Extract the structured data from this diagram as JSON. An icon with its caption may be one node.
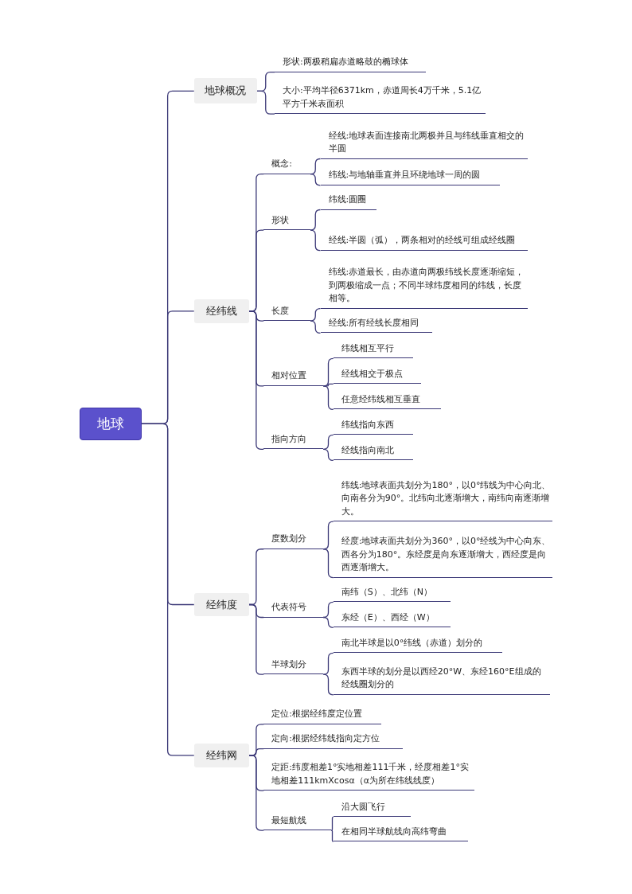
{
  "diagram": {
    "nodes": [
      {
        "text": [
          "地球"
        ]
      },
      {
        "text": [
          "地球概况"
        ]
      },
      {
        "text": [
          "形状:两极稍扁赤道略鼓的椭球体"
        ]
      },
      {
        "text": [
          "大小:平均半径6371km，赤道周长4万千米，5.1亿平方千米表面积"
        ]
      },
      {
        "text": [
          "经纬线"
        ]
      },
      {
        "text": [
          "概念:"
        ]
      },
      {
        "text": [
          "经线:地球表面连接南北两极并且与纬线垂直相交的半圆"
        ]
      },
      {
        "text": [
          "纬线:与地轴垂直并且环绕地球一周的圆"
        ]
      },
      {
        "text": [
          "形状"
        ]
      },
      {
        "text": [
          "纬线:圆圈"
        ]
      },
      {
        "text": [
          "经线:半圆（弧），两条相对的经线可组成经线圈"
        ]
      },
      {
        "text": [
          "长度"
        ]
      },
      {
        "text": [
          "纬线:赤道最长，由赤道向两极纬线长度逐渐缩短，到两极缩成一点；不同半球纬度相同的纬线，长度相等。"
        ]
      },
      {
        "text": [
          "经线:所有经线长度相同"
        ]
      },
      {
        "text": [
          "相对位置"
        ]
      },
      {
        "text": [
          "纬线相互平行"
        ]
      },
      {
        "text": [
          "经线相交于极点"
        ]
      },
      {
        "text": [
          "任意经纬线相互垂直"
        ]
      },
      {
        "text": [
          "指向方向"
        ]
      },
      {
        "text": [
          "纬线指向东西"
        ]
      },
      {
        "text": [
          "经线指向南北"
        ]
      },
      {
        "text": [
          "经纬度"
        ]
      },
      {
        "text": [
          "度数划分"
        ]
      },
      {
        "text": [
          "纬线:地球表面共划分为180°，以0°纬线为中心向北、向南各分为90°。北纬向北逐渐增大，南纬向南逐渐增大。"
        ]
      },
      {
        "text": [
          "经度:地球表面共划分为360°，以0°经线为中心向东、西各分为180°。东经度是向东逐渐增大，西经度是向西逐渐增大。"
        ]
      },
      {
        "text": [
          "代表符号"
        ]
      },
      {
        "text": [
          "南纬（S）、北纬（N）"
        ]
      },
      {
        "text": [
          "东经（E）、西经（W）"
        ]
      },
      {
        "text": [
          "半球划分"
        ]
      },
      {
        "text": [
          "南北半球是以0°纬线（赤道）划分的"
        ]
      },
      {
        "text": [
          "东西半球的划分是以西经20°W、东经160°E组成的经线圈划分的"
        ]
      },
      {
        "text": [
          "经纬网"
        ]
      },
      {
        "text": [
          "定位:根据经纬度定位置"
        ]
      },
      {
        "text": [
          "定向:根据经纬线指向定方位"
        ]
      },
      {
        "text": [
          "定距:纬度相差1°实地相差111千米，经度相差1°实地相差111kmXcosα（α为所在纬线线度）"
        ]
      },
      {
        "text": [
          "最短航线"
        ]
      },
      {
        "text": [
          "沿大圆飞行"
        ]
      },
      {
        "text": [
          "在相同半球航线向高纬弯曲"
        ]
      }
    ],
    "edges": [
      {
        "from": 0,
        "to": 1,
        "arrow": "none"
      },
      {
        "from": 1,
        "to": 2,
        "arrow": "none"
      },
      {
        "from": 1,
        "to": 3,
        "arrow": "none"
      },
      {
        "from": 0,
        "to": 4,
        "arrow": "none"
      },
      {
        "from": 4,
        "to": 5,
        "arrow": "none"
      },
      {
        "from": 5,
        "to": 6,
        "arrow": "none"
      },
      {
        "from": 5,
        "to": 7,
        "arrow": "none"
      },
      {
        "from": 4,
        "to": 8,
        "arrow": "none"
      },
      {
        "from": 8,
        "to": 9,
        "arrow": "none"
      },
      {
        "from": 8,
        "to": 10,
        "arrow": "none"
      },
      {
        "from": 4,
        "to": 11,
        "arrow": "none"
      },
      {
        "from": 11,
        "to": 12,
        "arrow": "none"
      },
      {
        "from": 11,
        "to": 13,
        "arrow": "none"
      },
      {
        "from": 4,
        "to": 14,
        "arrow": "none"
      },
      {
        "from": 14,
        "to": 15,
        "arrow": "none"
      },
      {
        "from": 14,
        "to": 16,
        "arrow": "none"
      },
      {
        "from": 14,
        "to": 17,
        "arrow": "none"
      },
      {
        "from": 4,
        "to": 18,
        "arrow": "none"
      },
      {
        "from": 18,
        "to": 19,
        "arrow": "none"
      },
      {
        "from": 18,
        "to": 20,
        "arrow": "none"
      },
      {
        "from": 0,
        "to": 21,
        "arrow": "none"
      },
      {
        "from": 21,
        "to": 22,
        "arrow": "none"
      },
      {
        "from": 22,
        "to": 23,
        "arrow": "none"
      },
      {
        "from": 22,
        "to": 24,
        "arrow": "none"
      },
      {
        "from": 21,
        "to": 25,
        "arrow": "none"
      },
      {
        "from": 25,
        "to": 26,
        "arrow": "none"
      },
      {
        "from": 25,
        "to": 27,
        "arrow": "none"
      },
      {
        "from": 21,
        "to": 28,
        "arrow": "none"
      },
      {
        "from": 28,
        "to": 29,
        "arrow": "none"
      },
      {
        "from": 28,
        "to": 30,
        "arrow": "none"
      },
      {
        "from": 0,
        "to": 31,
        "arrow": "none"
      },
      {
        "from": 31,
        "to": 32,
        "arrow": "none"
      },
      {
        "from": 31,
        "to": 33,
        "arrow": "none"
      },
      {
        "from": 31,
        "to": 34,
        "arrow": "none"
      },
      {
        "from": 31,
        "to": 35,
        "arrow": "none"
      },
      {
        "from": 35,
        "to": 36,
        "arrow": "none"
      },
      {
        "from": 35,
        "to": 37,
        "arrow": "none"
      }
    ]
  }
}
